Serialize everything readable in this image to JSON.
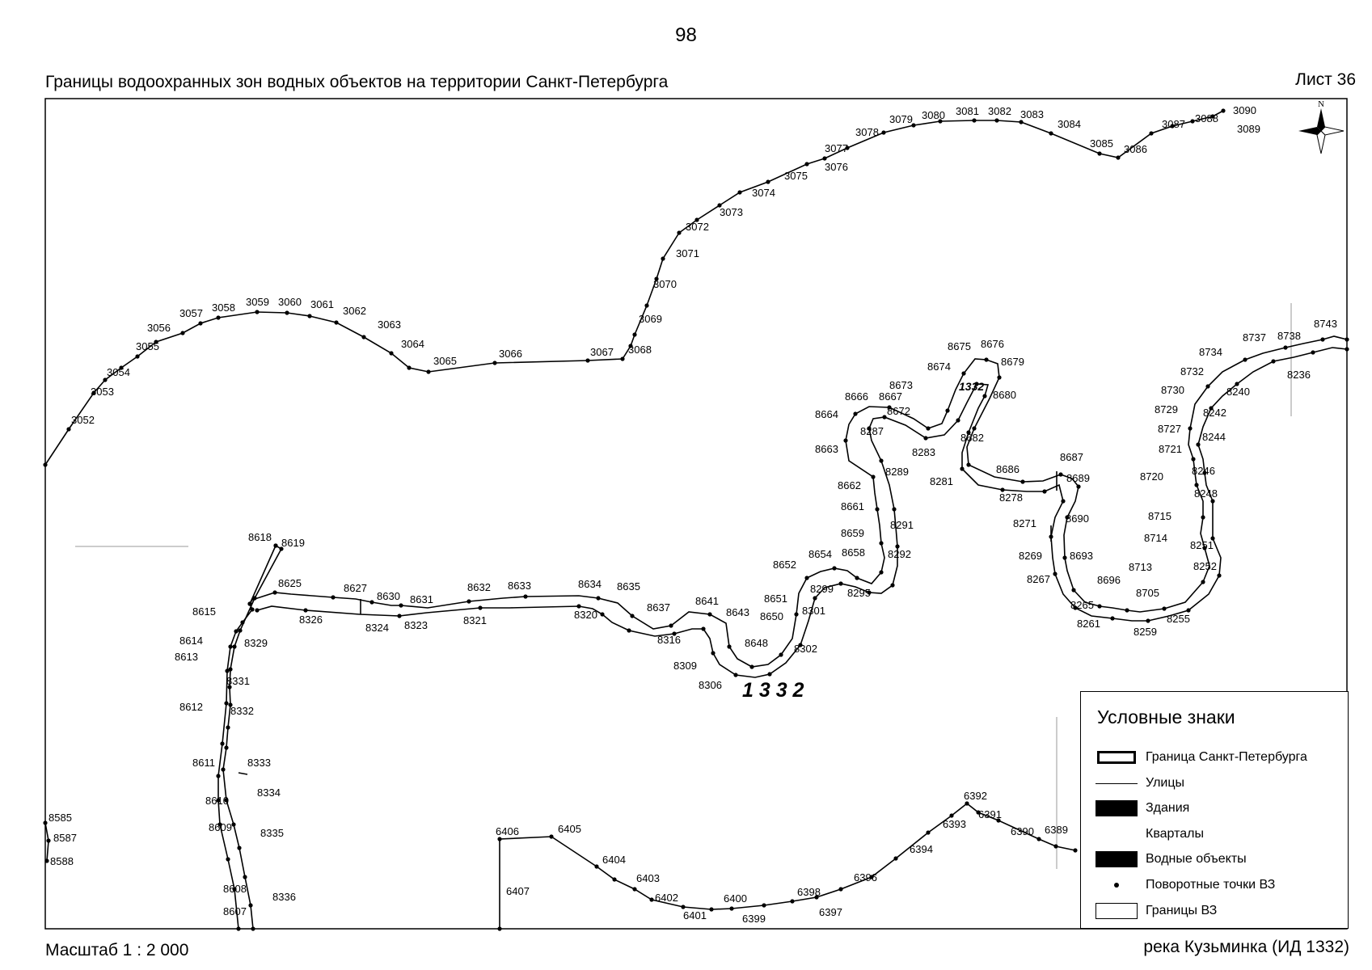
{
  "header": {
    "page_number": "98",
    "title": "Границы водоохранных зон водных объектов на территории Санкт-Петербурга",
    "sheet": "Лист 36"
  },
  "footer": {
    "scale": "Масштаб 1 : 2 000",
    "river": "река Кузьминка (ИД 1332)"
  },
  "map": {
    "object_id_large": "1 3 3 2",
    "object_id_small": "1332",
    "north_label": "N",
    "outer_line_points": [
      "3052",
      "3053",
      "3054",
      "3055",
      "3056",
      "3057",
      "3058",
      "3059",
      "3060",
      "3061",
      "3062",
      "3063",
      "3064",
      "3065",
      "3066",
      "3067",
      "3068",
      "3069",
      "3070",
      "3071",
      "3072",
      "3073",
      "3074",
      "3075",
      "3076",
      "3077",
      "3078",
      "3079",
      "3080",
      "3081",
      "3082",
      "3083",
      "3084",
      "3085",
      "3086",
      "3087",
      "3088",
      "3089",
      "3090"
    ],
    "river_points_outer": [
      "8618",
      "8619",
      "8625",
      "8627",
      "8630",
      "8631",
      "8632",
      "8633",
      "8634",
      "8635",
      "8637",
      "8641",
      "8643",
      "8648",
      "8651",
      "8652",
      "8654",
      "8658",
      "8659",
      "8661",
      "8662",
      "8663",
      "8664",
      "8666",
      "8667",
      "8672",
      "8673",
      "8674",
      "8675",
      "8676",
      "8679",
      "8680",
      "8682",
      "8686",
      "8687",
      "8689",
      "8690",
      "8693",
      "8696",
      "8705",
      "8713",
      "8714",
      "8715",
      "8720",
      "8721",
      "8727",
      "8729",
      "8730",
      "8732",
      "8734",
      "8737",
      "8738",
      "8743"
    ],
    "river_points_inner": [
      "8615",
      "8614",
      "8613",
      "8612",
      "8611",
      "8610",
      "8609",
      "8608",
      "8607",
      "8329",
      "8331",
      "8332",
      "8333",
      "8334",
      "8335",
      "8336",
      "8326",
      "8324",
      "8323",
      "8321",
      "8320",
      "8316",
      "8309",
      "8306",
      "8650",
      "8299",
      "8301",
      "8302",
      "8295",
      "8292",
      "8291",
      "8289",
      "8287",
      "8283",
      "8281",
      "8278",
      "8271",
      "8269",
      "8267",
      "8265",
      "8261",
      "8259",
      "8255",
      "8252",
      "8251",
      "8248",
      "8246",
      "8244",
      "8242",
      "8240",
      "8236"
    ],
    "south_line_points": [
      "6406",
      "6405",
      "6404",
      "6403",
      "6402",
      "6401",
      "6400",
      "6399",
      "6398",
      "6397",
      "6396",
      "6394",
      "6393",
      "6392",
      "6391",
      "6390",
      "6389",
      "6407"
    ],
    "left_edge_points": [
      "8585",
      "8587",
      "8588"
    ]
  },
  "legend": {
    "title": "Условные знаки",
    "items": [
      {
        "label": "Граница Санкт-Петербурга",
        "icon": "spb-border-symbol"
      },
      {
        "label": "Улицы",
        "icon": "street-line-symbol"
      },
      {
        "label": "Здания",
        "icon": "building-fill-symbol"
      },
      {
        "label": "Кварталы",
        "icon": "block-empty-symbol"
      },
      {
        "label": "Водные объекты",
        "icon": "water-fill-symbol"
      },
      {
        "label": "Поворотные точки ВЗ",
        "icon": "turn-point-symbol"
      },
      {
        "label": "Границы ВЗ",
        "icon": "vz-boundary-symbol"
      }
    ]
  }
}
